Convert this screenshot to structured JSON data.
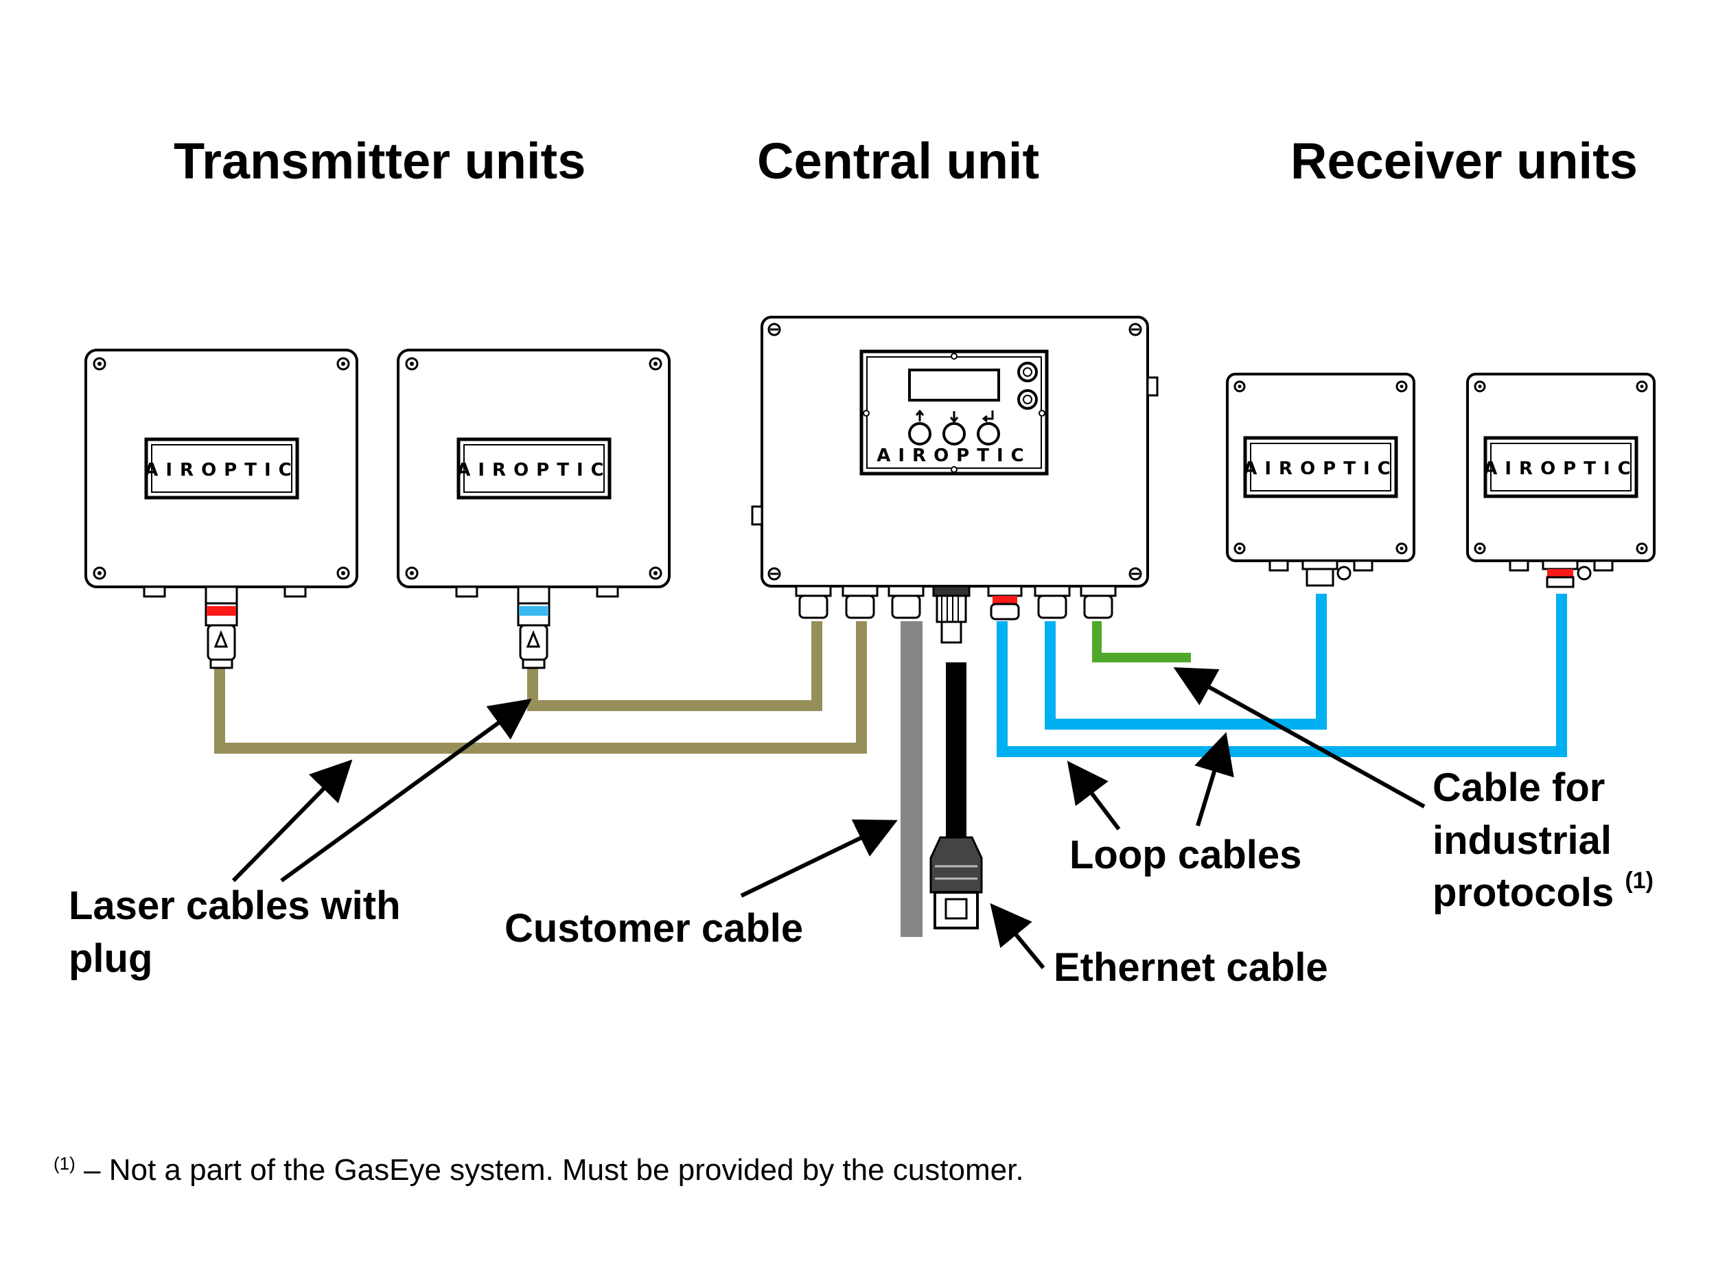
{
  "headings": {
    "transmitter": "Transmitter units",
    "central": "Central unit",
    "receiver": "Receiver units"
  },
  "labels": {
    "laser_line1": "Laser cables with",
    "laser_line2": "plug",
    "customer": "Customer cable",
    "ethernet": "Ethernet cable",
    "loop": "Loop cables",
    "industrial_line1": "Cable for",
    "industrial_line2": "industrial",
    "industrial_line3": "protocols",
    "industrial_sup": "(1)"
  },
  "brand": "AIROPTIC",
  "footnote": {
    "marker": "(1)",
    "text": " – Not a part of the GasEye system. Must be provided by the customer."
  },
  "colors": {
    "laser_cable": "#978f5a",
    "customer_cable": "#868686",
    "ethernet_cable": "#000000",
    "loop_cable": "#00b0f0",
    "industrial_cable": "#4fa82a",
    "marker_red": "#ff1a1a",
    "marker_blue": "#3ab8f0"
  }
}
